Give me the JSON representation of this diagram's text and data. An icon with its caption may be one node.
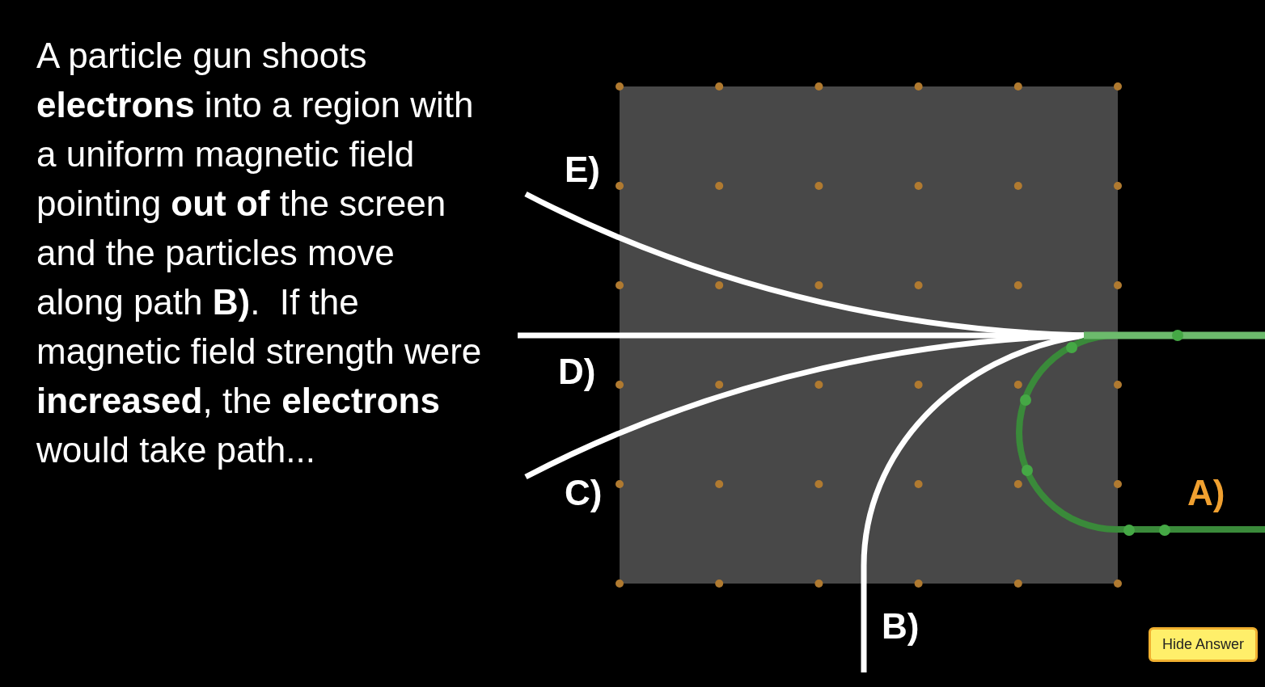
{
  "diagram": {
    "labels": [
      "A particle gun shoots **electrons** into a region with a uniform magnetic field pointing **out of** the screen and the particles move along path **B)**.  If the magnetic field strength were **increased**, the **electrons** would take path...",
      "E)",
      "D)",
      "C)",
      "B)",
      "A)",
      "Hide Answer"
    ]
  }
}
